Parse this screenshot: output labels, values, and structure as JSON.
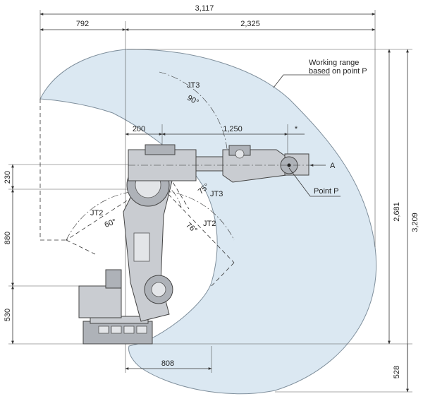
{
  "dimensions": {
    "total_width": "3,117",
    "rear_reach": "792",
    "front_reach": "2,325",
    "jt3_offset": "200",
    "arm_length": "1,250",
    "wrist_marker": "*",
    "height_230": "230",
    "height_880": "880",
    "height_530": "530",
    "height_2681": "2,681",
    "height_3209": "3,209",
    "height_528": "528",
    "lower_reach": "808"
  },
  "labels": {
    "working_range": "Working range",
    "working_range_2": "based on point P",
    "point_p": "Point P",
    "view_a": "A",
    "jt3_top": "JT3",
    "jt3_top_angle": "90°",
    "jt3_low": "JT3",
    "jt3_low_angle": "75°",
    "jt2_left": "JT2",
    "jt2_left_angle": "60°",
    "jt2_right": "JT2",
    "jt2_right_angle": "76°"
  },
  "colors": {
    "working_range_fill": "#dbe8f2",
    "working_range_stroke": "#7f8f9c"
  }
}
